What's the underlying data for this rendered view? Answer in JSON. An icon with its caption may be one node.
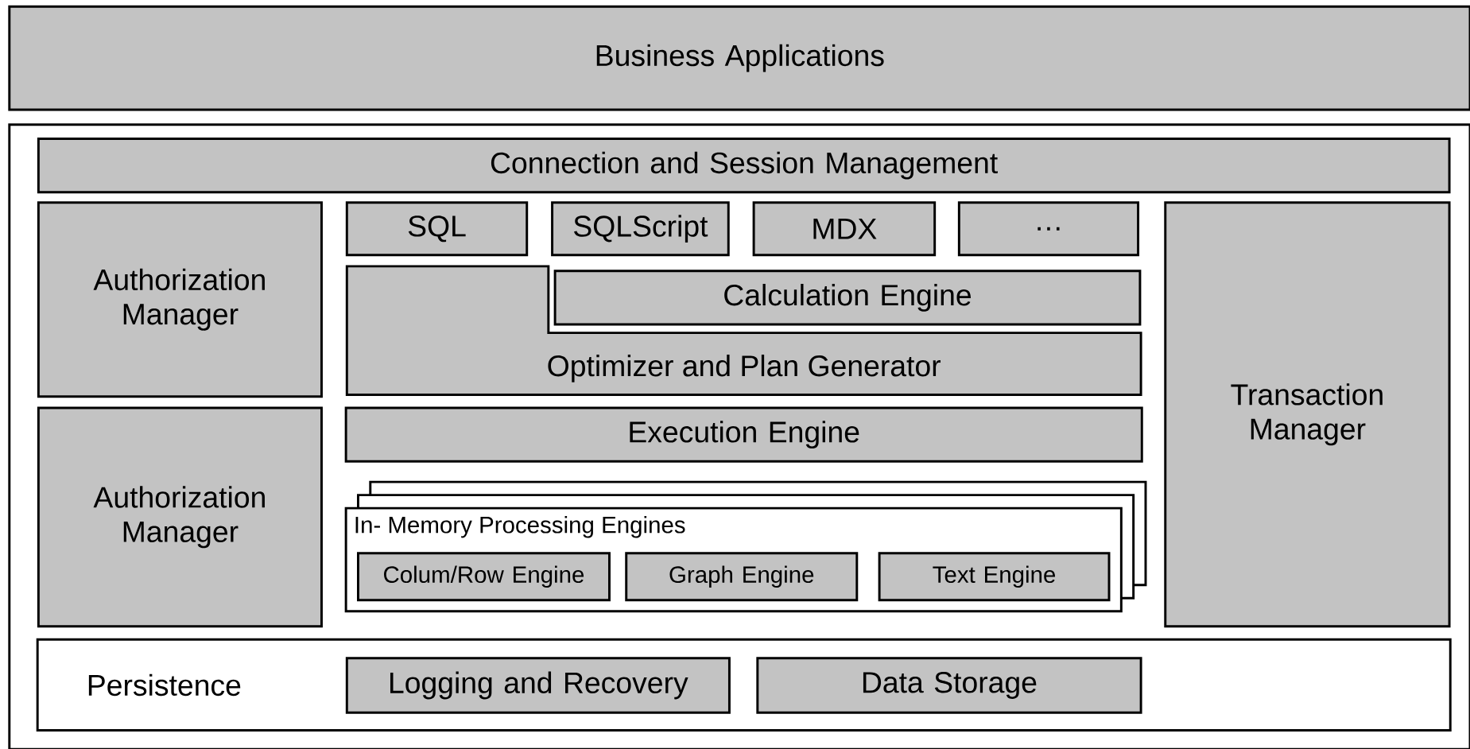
{
  "diagram": {
    "nodes": [
      {
        "text": [
          "Business Applications"
        ]
      },
      {
        "text": [],
        "shape": "box"
      },
      {
        "text": [
          "Connection and Session Management"
        ],
        "in": 1
      },
      {
        "text": [
          "Authorization Manager"
        ],
        "in": 1
      },
      {
        "text": [
          "Authorization Manager"
        ],
        "in": 1
      },
      {
        "text": [
          "SQL"
        ],
        "in": 1
      },
      {
        "text": [
          "SQLScript"
        ],
        "in": 1
      },
      {
        "text": [
          "MDX"
        ],
        "in": 1
      },
      {
        "text": [
          "…"
        ],
        "in": 1
      },
      {
        "text": [
          "Optimizer and Plan Generator"
        ],
        "in": 1
      },
      {
        "text": [
          "Calculation Engine"
        ],
        "in": 1
      },
      {
        "text": [
          "Execution Engine"
        ],
        "in": 1
      },
      {
        "text": [
          "In- Memory Processing Engines"
        ],
        "in": 1
      },
      {
        "text": [
          "Colum/Row Engine"
        ],
        "in": 12
      },
      {
        "text": [
          "Graph Engine"
        ],
        "in": 12
      },
      {
        "text": [
          "Text Engine"
        ],
        "in": 12
      },
      {
        "text": [
          "Transaction Manager"
        ],
        "in": 1
      },
      {
        "text": [
          "Persistence"
        ],
        "in": 1
      },
      {
        "text": [
          "Logging and Recovery"
        ],
        "in": 17
      },
      {
        "text": [
          "Data Storage"
        ],
        "in": 17
      }
    ]
  }
}
